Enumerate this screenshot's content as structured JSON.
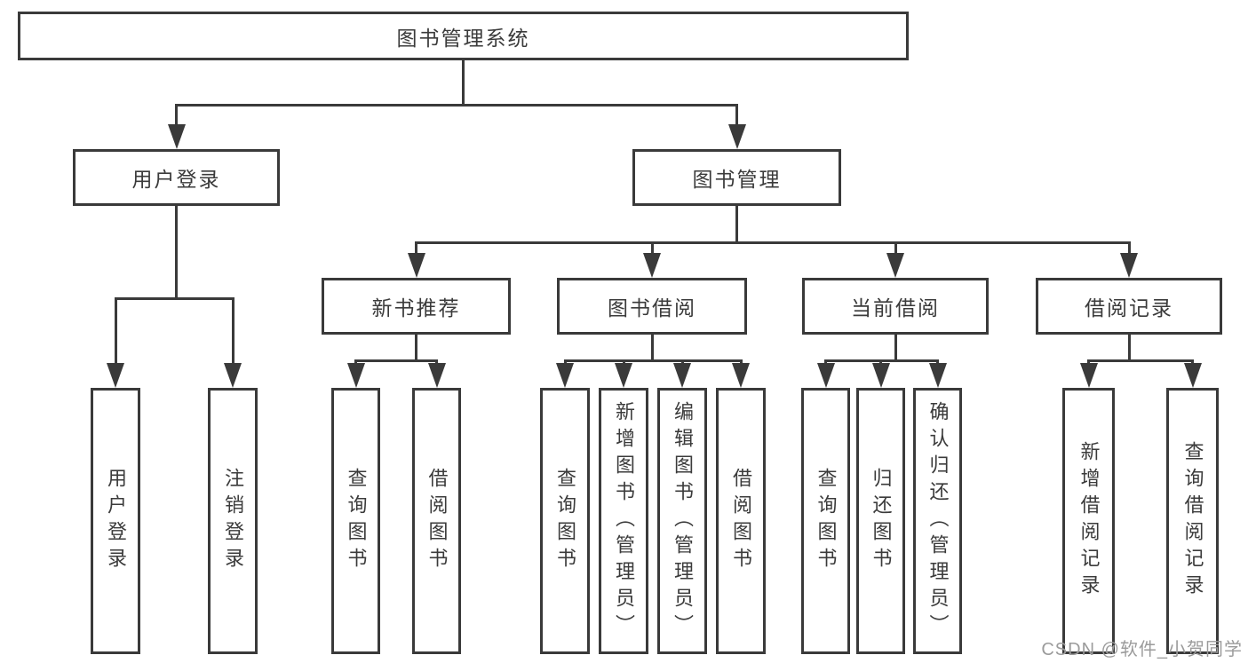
{
  "diagram": {
    "nodes": [
      {
        "id": "root",
        "label": "图书管理系统"
      },
      {
        "id": "user-login",
        "label": "用户登录"
      },
      {
        "id": "book-mgmt",
        "label": "图书管理"
      },
      {
        "id": "new-book-rec",
        "label": "新书推荐"
      },
      {
        "id": "book-borrow",
        "label": "图书借阅"
      },
      {
        "id": "current-borrow",
        "label": "当前借阅"
      },
      {
        "id": "borrow-records",
        "label": "借阅记录"
      },
      {
        "id": "leaf-user-login",
        "label": "用户登录"
      },
      {
        "id": "leaf-logout-login",
        "label": "注销登录"
      },
      {
        "id": "leaf-query-books-rec",
        "label": "查询图书"
      },
      {
        "id": "leaf-borrow-books-rec",
        "label": "借阅图书"
      },
      {
        "id": "leaf-query-books-borrow",
        "label": "查询图书"
      },
      {
        "id": "leaf-add-books-admin",
        "label": "新增图书（管理员）"
      },
      {
        "id": "leaf-edit-books-admin",
        "label": "编辑图书（管理员）"
      },
      {
        "id": "leaf-borrow-books",
        "label": "借阅图书"
      },
      {
        "id": "leaf-query-books-current",
        "label": "查询图书"
      },
      {
        "id": "leaf-return-books",
        "label": "归还图书"
      },
      {
        "id": "leaf-confirm-return-admin",
        "label": "确认归还（管理员）"
      },
      {
        "id": "leaf-add-borrow-record",
        "label": "新增借阅记录"
      },
      {
        "id": "leaf-query-borrow-record",
        "label": "查询借阅记录"
      }
    ],
    "edges": [
      {
        "from": "root",
        "to": [
          "user-login",
          "book-mgmt"
        ]
      },
      {
        "from": "user-login",
        "to": [
          "leaf-user-login",
          "leaf-logout-login"
        ]
      },
      {
        "from": "book-mgmt",
        "to": [
          "new-book-rec",
          "book-borrow",
          "current-borrow",
          "borrow-records"
        ]
      },
      {
        "from": "new-book-rec",
        "to": [
          "leaf-query-books-rec",
          "leaf-borrow-books-rec"
        ]
      },
      {
        "from": "book-borrow",
        "to": [
          "leaf-query-books-borrow",
          "leaf-add-books-admin",
          "leaf-edit-books-admin",
          "leaf-borrow-books"
        ]
      },
      {
        "from": "current-borrow",
        "to": [
          "leaf-query-books-current",
          "leaf-return-books",
          "leaf-confirm-return-admin"
        ]
      },
      {
        "from": "borrow-records",
        "to": [
          "leaf-add-borrow-record",
          "leaf-query-borrow-record"
        ]
      }
    ]
  },
  "watermark": "CSDN @软件_小贺同学",
  "colors": {
    "line": "#3a3a3a",
    "text": "#3b3b3b",
    "watermark": "#9b9b9b",
    "box_bg": "#ffffff"
  }
}
